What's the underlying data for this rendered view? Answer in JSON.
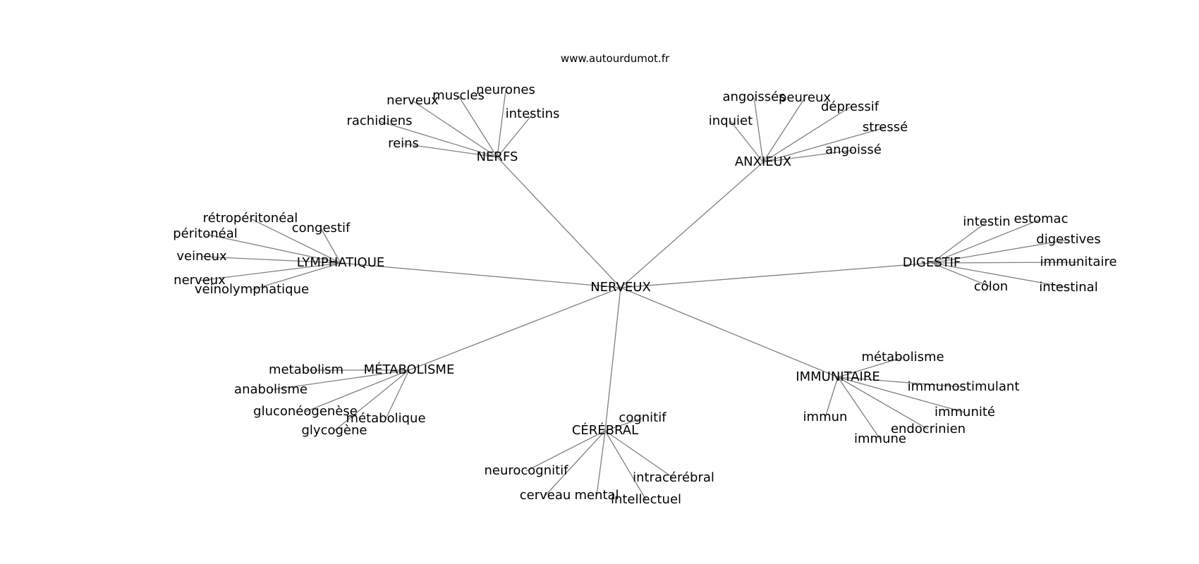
{
  "site": "www.autourdumot.fr",
  "center": "NERVEUX",
  "clusters": [
    {
      "label": "NERFS",
      "leaves": [
        "reins",
        "rachidiens",
        "nerveux",
        "muscles",
        "neurones",
        "intestins"
      ]
    },
    {
      "label": "ANXIEUX",
      "leaves": [
        "inquiet",
        "angoissés",
        "peureux",
        "dépressif",
        "stressé",
        "angoissé"
      ]
    },
    {
      "label": "LYMPHATIQUE",
      "leaves": [
        "rétropéritonéal",
        "congestif",
        "péritonéal",
        "veineux",
        "nerveux",
        "veinolymphatique"
      ]
    },
    {
      "label": "DIGESTIF",
      "leaves": [
        "intestin",
        "estomac",
        "digestives",
        "immunitaire",
        "intestinal",
        "côlon"
      ]
    },
    {
      "label": "MÉTABOLISME",
      "leaves": [
        "metabolism",
        "anabolisme",
        "gluconéogenèse",
        "métabolique",
        "glycogène"
      ]
    },
    {
      "label": "IMMUNITAIRE",
      "leaves": [
        "métabolisme",
        "immunostimulant",
        "immunité",
        "endocrinien",
        "immune",
        "immun"
      ]
    },
    {
      "label": "CÉRÉBRAL",
      "leaves": [
        "cognitif",
        "intracérébral",
        "intellectuel",
        "mental",
        "cerveau",
        "neurocognitif"
      ]
    }
  ]
}
